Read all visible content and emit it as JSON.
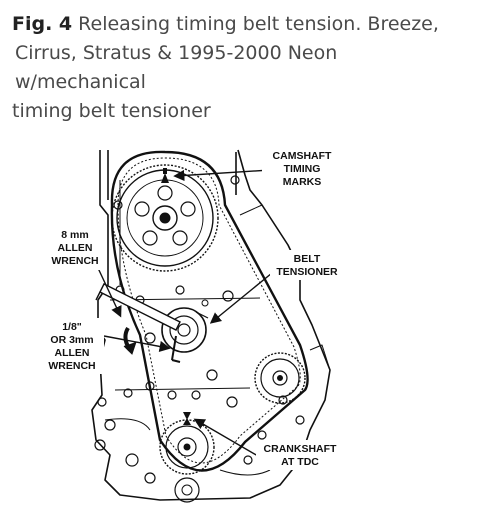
{
  "caption": {
    "fig_label": "Fig. 4",
    "line1": "Releasing timing belt tension. Breeze,",
    "line2": "Cirrus, Stratus & 1995-2000 Neon w/mechanical",
    "line3": "timing belt tensioner"
  },
  "labels": {
    "camshaft": [
      "CAMSHAFT",
      "TIMING",
      "MARKS"
    ],
    "allen8": [
      "8 mm",
      "ALLEN",
      "WRENCH"
    ],
    "tensioner": [
      "BELT",
      "TENSIONER"
    ],
    "allen3": [
      "1/8\"",
      "OR 3mm",
      "ALLEN",
      "WRENCH"
    ],
    "crankshaft": [
      "CRANKSHAFT",
      "AT TDC"
    ]
  },
  "colors": {
    "ink": "#111111",
    "caption_text": "#4a4a4a",
    "caption_bold": "#222222"
  }
}
